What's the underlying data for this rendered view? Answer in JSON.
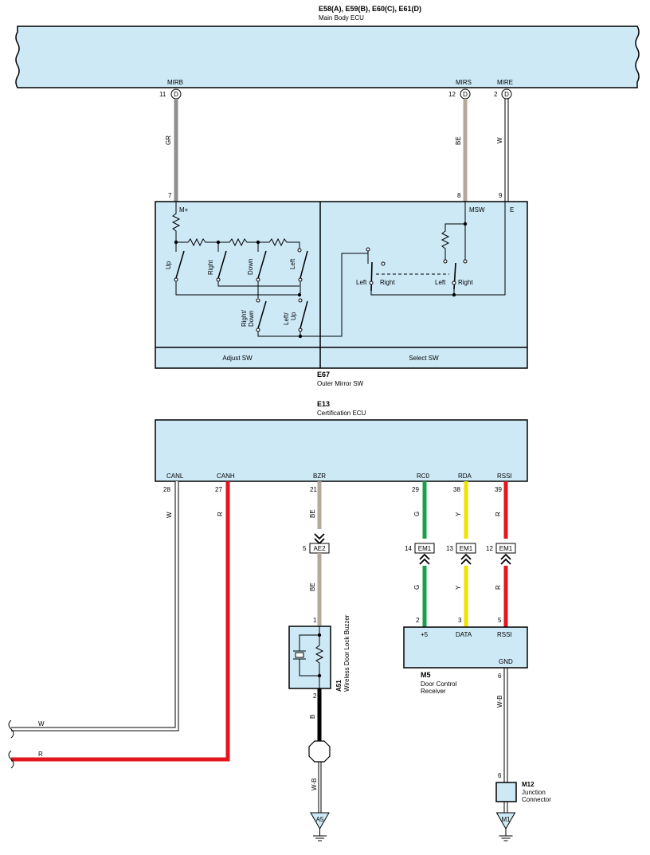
{
  "main_body_ecu": {
    "connectors": "E58(A), E59(B), E60(C), E61(D)",
    "name": "Main Body ECU",
    "pins": [
      {
        "label": "MIRB",
        "pin": "11",
        "conn": "D"
      },
      {
        "label": "MIRS",
        "pin": "12",
        "conn": "D"
      },
      {
        "label": "MIRE",
        "pin": "2",
        "conn": "D"
      }
    ]
  },
  "mirror_wires": {
    "mirb_color": "GR",
    "mirs_color": "BE",
    "mire_color": "W"
  },
  "outer_mirror_sw": {
    "code": "E67",
    "name": "Outer Mirror SW",
    "pin_7": "7",
    "pin_8": "8",
    "pin_9": "9",
    "m_plus": "M+",
    "msw": "MSW",
    "e": "E",
    "adjust_label": "Adjust SW",
    "select_label": "Select SW",
    "sw_up": "Up",
    "sw_right": "Right",
    "sw_down": "Down",
    "sw_left": "Left",
    "sw_right_down_1": "Right/",
    "sw_right_down_2": "Down",
    "sw_left_up_1": "Left/",
    "sw_left_up_2": "Up",
    "sel_left_1": "Left",
    "sel_right_1": "Right",
    "sel_left_2": "Left",
    "sel_right_2": "Right"
  },
  "certification_ecu": {
    "code": "E13",
    "name": "Certification ECU",
    "pins": [
      {
        "label": "CANL",
        "pin": "28",
        "color": "W"
      },
      {
        "label": "CANH",
        "pin": "27",
        "color": "R"
      },
      {
        "label": "BZR",
        "pin": "21",
        "color": "BE"
      },
      {
        "label": "RC0",
        "pin": "29",
        "color": "G"
      },
      {
        "label": "RDA",
        "pin": "38",
        "color": "Y"
      },
      {
        "label": "RSSI",
        "pin": "39",
        "color": "R"
      }
    ]
  },
  "inline_connectors": {
    "ae2_pin": "5",
    "ae2": "AE2",
    "em1_a_pin": "14",
    "em1_b_pin": "13",
    "em1_c_pin": "12",
    "em1": "EM1",
    "bzr_lower_color": "BE",
    "rc0_lower_color": "G",
    "rda_lower_color": "Y",
    "rssi_lower_color": "R"
  },
  "buzzer": {
    "code": "A51",
    "name": "Wireless Door Lock Buzzer",
    "pin_1": "1",
    "pin_2": "2",
    "out_color": "B",
    "ground_color": "W-B",
    "ground": "A5"
  },
  "receiver": {
    "code": "M5",
    "name_1": "Door Control",
    "name_2": "Receiver",
    "pin_plus5": "2",
    "pin_data": "3",
    "pin_rssi": "5",
    "pin_gnd": "6",
    "lbl_plus5": "+5",
    "lbl_data": "DATA",
    "lbl_rssi": "RSSI",
    "lbl_gnd": "GND",
    "gnd_color": "W-B"
  },
  "junction": {
    "code": "M12",
    "name_1": "Junction",
    "name_2": "Connector",
    "pin": "6",
    "ground": "M1"
  },
  "can_wires": {
    "w": "W",
    "r": "R"
  },
  "colors": {
    "gray": "#8f8f8f",
    "beige": "#b4a99b",
    "red": "#e3161e",
    "green": "#1aa04a",
    "yellow": "#f3e000",
    "black": "#000000",
    "box": "#cde9f6"
  }
}
